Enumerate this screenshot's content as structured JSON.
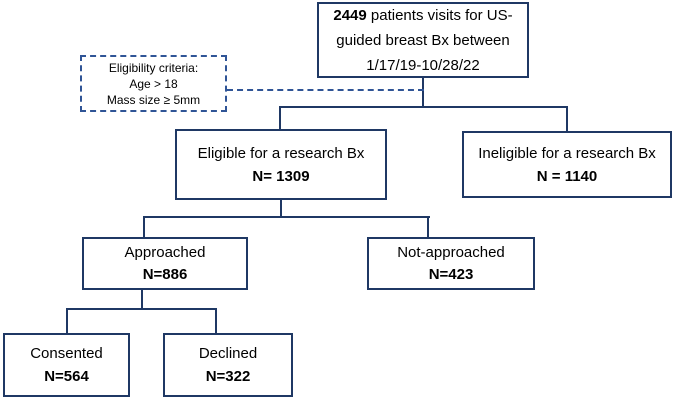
{
  "diagram": {
    "type": "flowchart",
    "boxes": {
      "total": {
        "count": "2449",
        "text": " patients visits for US-guided breast Bx between 1/17/19-10/28/22"
      },
      "eligibility": {
        "title": "Eligibility criteria:",
        "criteria": [
          "Age > 18",
          "Mass size ≥ 5mm"
        ]
      },
      "eligible": {
        "label": "Eligible for a research Bx",
        "n": "N= 1309"
      },
      "ineligible": {
        "label": "Ineligible for a research Bx",
        "n": "N = 1140"
      },
      "approached": {
        "label": "Approached",
        "n": "N=886"
      },
      "not_approached": {
        "label": "Not-approached",
        "n": "N=423"
      },
      "consented": {
        "label": "Consented",
        "n": "N=564"
      },
      "declined": {
        "label": "Declined",
        "n": "N=322"
      }
    },
    "colors": {
      "solid_border": "#1f3864",
      "dashed_border": "#2f5496",
      "text": "#000000",
      "background": "#ffffff"
    }
  }
}
